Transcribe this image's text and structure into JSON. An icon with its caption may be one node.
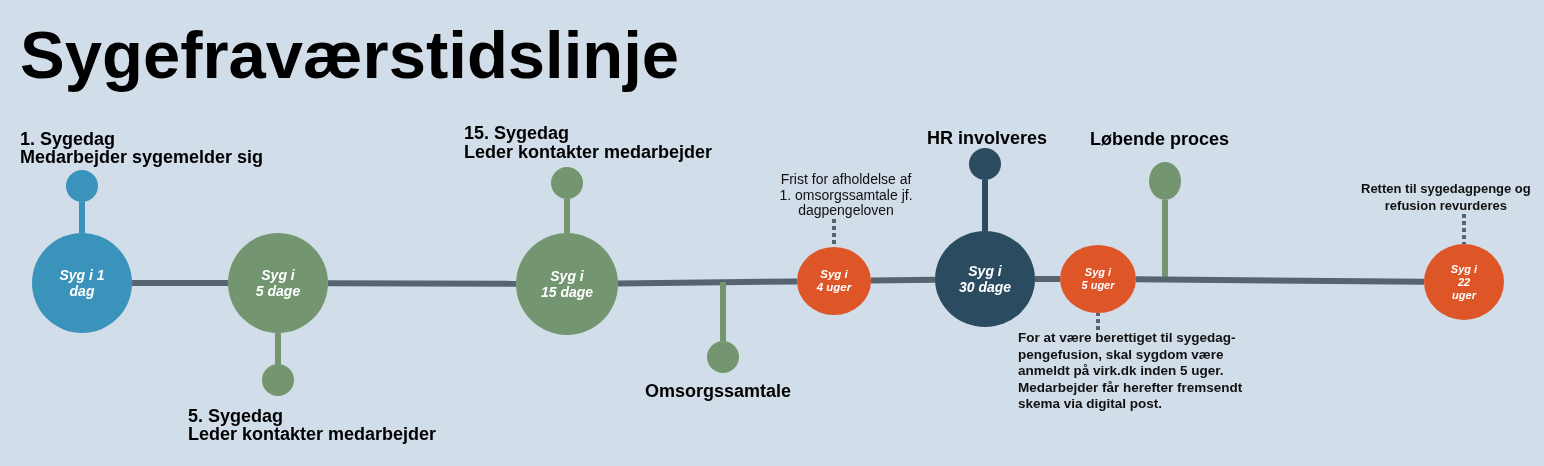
{
  "diagram": {
    "title": "Sygefraværstidslinje",
    "nodes": [
      {
        "text": [
          "Syg i 1 dag"
        ]
      },
      {
        "text": [],
        "shape": "circle",
        "beside": [
          "1. Sygedag",
          "Medarbejder sygemelder sig"
        ]
      },
      {
        "text": [
          "Syg i 5 dage"
        ]
      },
      {
        "text": [],
        "shape": "circle",
        "beside": [
          "5. Sygedag",
          "Leder kontakter medarbejder"
        ]
      },
      {
        "text": [
          "Syg i 15 dage"
        ]
      },
      {
        "text": [],
        "shape": "circle",
        "beside": [
          "15. Sygedag",
          "Leder kontakter medarbejder"
        ]
      },
      {
        "text": [],
        "shape": "circle",
        "beside": [
          "Omsorgssamtale"
        ]
      },
      {
        "text": [
          "Frist for afholdelse af 1. omsorgssamtale jf. dagpengeloven"
        ]
      },
      {
        "text": [
          "Syg i 4 uger"
        ]
      },
      {
        "text": [
          "Syg i 30 dage"
        ]
      },
      {
        "text": [],
        "shape": "circle",
        "beside": [
          "HR involveres"
        ]
      },
      {
        "text": [
          "Syg i 5 uger"
        ]
      },
      {
        "text": [
          "For at være berettiget til sygedag- pengefusion, skal sygdom være anmeldt på virk.dk inden 5 uger. Medarbejder får herefter fremsendt skema via digital post."
        ]
      },
      {
        "text": [],
        "shape": "ellipse",
        "beside": [
          "Løbende proces"
        ]
      },
      {
        "text": [
          "Retten til sygedagpenge og refusion revurderes"
        ]
      },
      {
        "text": [
          "Syg i 22 uger"
        ]
      }
    ],
    "edges": [
      {
        "from": 0,
        "to": 1,
        "arrow": "none",
        "color": "#3a93bb"
      },
      {
        "from": 0,
        "to": 2,
        "arrow": "none"
      },
      {
        "from": 2,
        "to": 3,
        "arrow": "none",
        "color": "#739670"
      },
      {
        "from": 2,
        "to": 4,
        "arrow": "none"
      },
      {
        "from": 4,
        "to": 5,
        "arrow": "none",
        "color": "#739670"
      },
      {
        "from": 4,
        "to": 8,
        "arrow": "none"
      },
      {
        "from": null,
        "to": 6,
        "arrow": "none",
        "color": "#739670"
      },
      {
        "from": 7,
        "to": 8,
        "arrow": "none",
        "style": "dashed"
      },
      {
        "from": 8,
        "to": 9,
        "arrow": "none"
      },
      {
        "from": 9,
        "to": 10,
        "arrow": "none",
        "color": "#2b4b61"
      },
      {
        "from": 9,
        "to": 11,
        "arrow": "none"
      },
      {
        "from": 12,
        "to": 11,
        "arrow": "none",
        "style": "dashed"
      },
      {
        "from": null,
        "to": 13,
        "arrow": "none",
        "color": "#739670"
      },
      {
        "from": 11,
        "to": 15,
        "arrow": "none"
      },
      {
        "from": 14,
        "to": 15,
        "arrow": "none",
        "style": "dashed"
      }
    ]
  }
}
